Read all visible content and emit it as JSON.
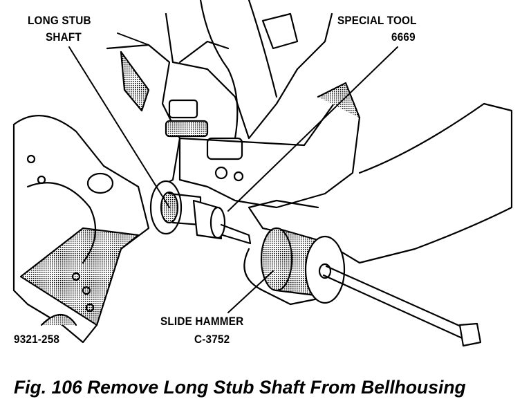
{
  "labels": {
    "long_stub_line1": "LONG STUB",
    "long_stub_line2": "SHAFT",
    "special_tool_line1": "SPECIAL TOOL",
    "special_tool_line2": "6669",
    "slide_hammer_line1": "SLIDE HAMMER",
    "slide_hammer_line2": "C-3752",
    "figure_id": "9321-258"
  },
  "caption": "Fig. 106 Remove Long Stub Shaft From Bellhousing"
}
